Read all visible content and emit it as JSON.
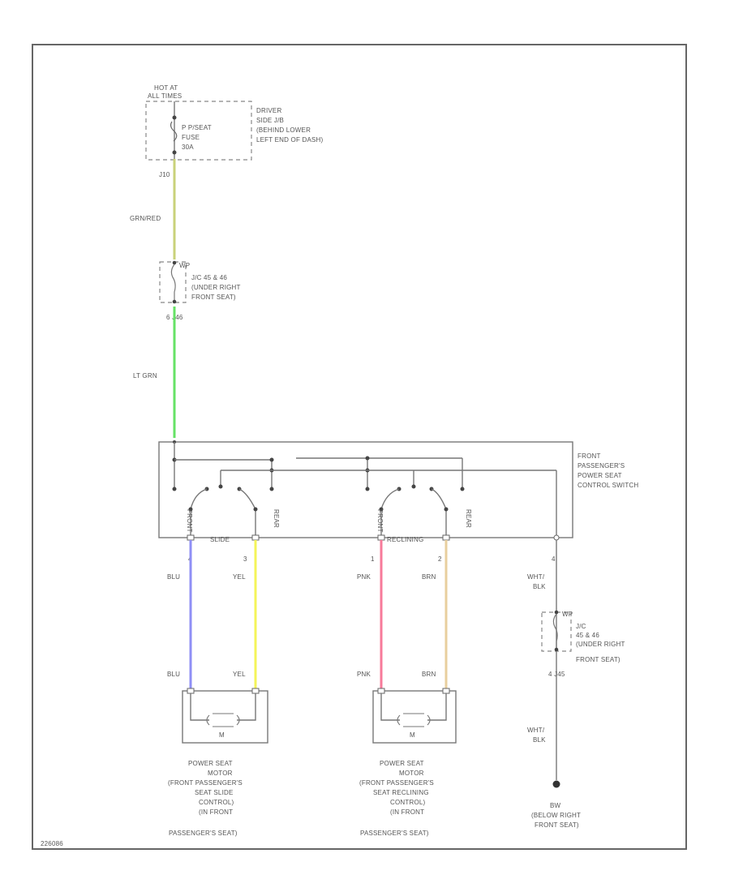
{
  "footer": {
    "code": "226086"
  },
  "fuse_block": {
    "header": [
      "HOT AT",
      "ALL TIMES"
    ],
    "fuse_label": [
      "P P/SEAT",
      "FUSE",
      "30A"
    ],
    "location": [
      "DRIVER",
      "SIDE J/B",
      "(BEHIND LOWER",
      "LEFT END OF DASH)"
    ]
  },
  "connector_top": "J10",
  "wire_grn_red": "GRN/RED",
  "junction_top": {
    "pin_top": "WP",
    "location": [
      "J/C 45 & 46",
      "(UNDER RIGHT",
      "FRONT SEAT)"
    ],
    "pin_bottom": "6   J46"
  },
  "wire_lt_grn": "LT GRN",
  "switch": {
    "name": [
      "FRONT",
      "PASSENGER'S",
      "POWER SEAT",
      "CONTROL SWITCH"
    ],
    "slide_label": "SLIDE",
    "slide_front": "FRONT",
    "slide_rear": "REAR",
    "recline_label": "RECLINING",
    "recline_front": "FRONT",
    "recline_rear": "REAR"
  },
  "pins": {
    "blu": "4",
    "yel": "3",
    "pnk": "1",
    "brn": "2",
    "gnd": "4"
  },
  "wires": {
    "blu": "BLU",
    "yel": "YEL",
    "pnk": "PNK",
    "brn": "BRN",
    "wht_blk_1": [
      "WHT/",
      "BLK"
    ],
    "wht_blk_2": [
      "WHT/",
      "BLK"
    ]
  },
  "junction_bottom": {
    "pin_top": "WP",
    "location": [
      "J/C",
      "45 & 46",
      "(UNDER RIGHT",
      "FRONT SEAT)"
    ],
    "pin_bottom": "4   J45"
  },
  "motor_slide": {
    "symbol": "M",
    "label": [
      "POWER SEAT",
      "MOTOR",
      "(FRONT PASSENGER'S",
      "SEAT SLIDE",
      "CONTROL)",
      "(IN FRONT",
      "PASSENGER'S SEAT)"
    ]
  },
  "motor_recline": {
    "symbol": "M",
    "label": [
      "POWER SEAT",
      "MOTOR",
      "(FRONT PASSENGER'S",
      "SEAT RECLINING",
      "CONTROL)",
      "(IN FRONT",
      "PASSENGER'S SEAT)"
    ]
  },
  "ground": {
    "id": "BW",
    "location": [
      "(BELOW RIGHT",
      "FRONT SEAT)"
    ]
  },
  "colors": {
    "grn_red": "#c9d27a",
    "lt_grn": "#66e266",
    "blu": "#8f8ff6",
    "yel": "#f4f45a",
    "pnk": "#f77a9a",
    "brn": "#e8cf9e",
    "wht_blk": "#777777"
  }
}
